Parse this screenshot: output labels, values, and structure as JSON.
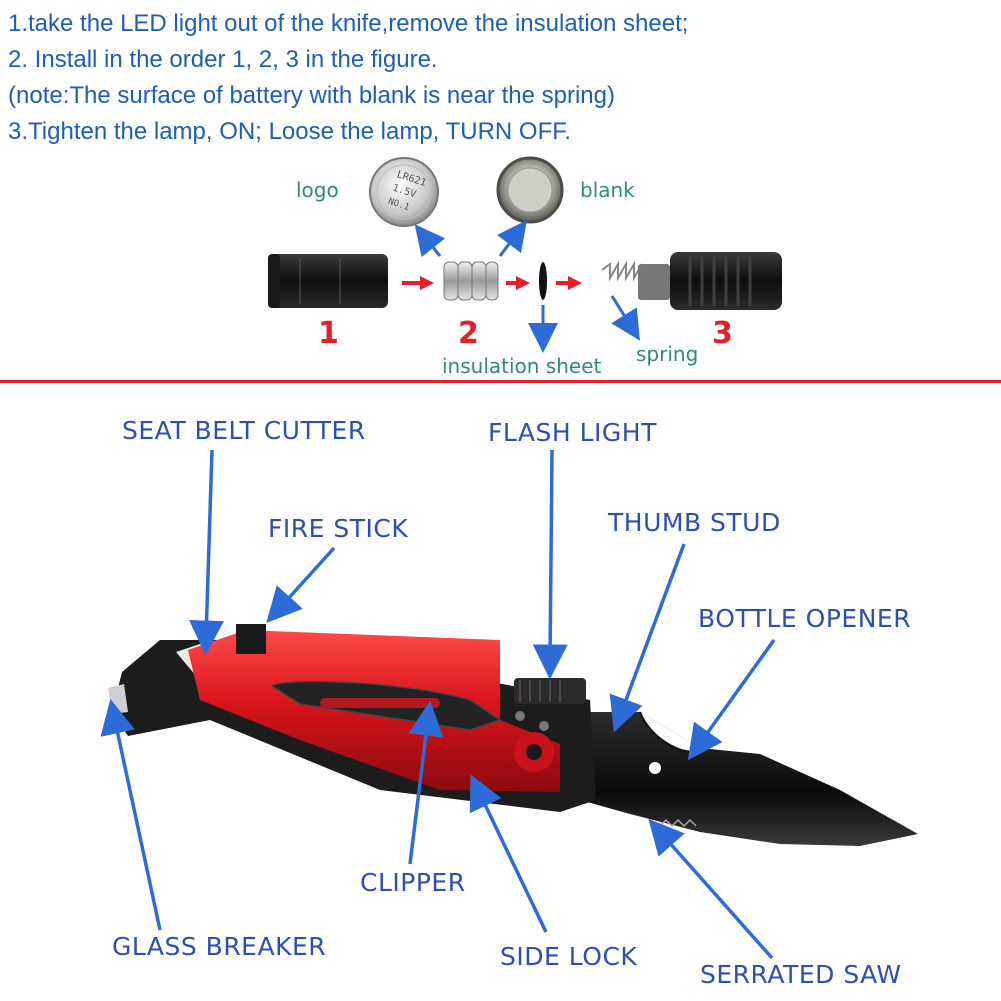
{
  "instructions": [
    "1.take the LED light out of the knife,remove the insulation sheet;",
    "2. Install in the order 1, 2, 3 in the figure.",
    "(note:The surface of battery with blank is near the spring)",
    "3.Tighten the lamp,  ON; Loose the lamp, TURN OFF."
  ],
  "battery_diagram": {
    "logo_label": "logo",
    "blank_label": "blank",
    "battery_print": [
      "LR621",
      "1.5V",
      "NO.1"
    ],
    "step_numbers": [
      "1",
      "2",
      "3"
    ],
    "insulation_label": "insulation sheet",
    "spring_label": "spring"
  },
  "knife_callouts": {
    "seat_belt_cutter": "SEAT BELT CUTTER",
    "flash_light": "FLASH LIGHT",
    "fire_stick": "FIRE STICK",
    "thumb_stud": "THUMB STUD",
    "bottle_opener": "BOTTLE OPENER",
    "clipper": "CLIPPER",
    "glass_breaker": "GLASS BREAKER",
    "side_lock": "SIDE LOCK",
    "serrated_saw": "SERRATED SAW"
  },
  "colors": {
    "instruction_text": "#1c5fb3",
    "green_label": "#2e8b79",
    "red_accent": "#e3202a",
    "callout_blue": "#2d4fb0",
    "handle_red": "#d8141a"
  }
}
